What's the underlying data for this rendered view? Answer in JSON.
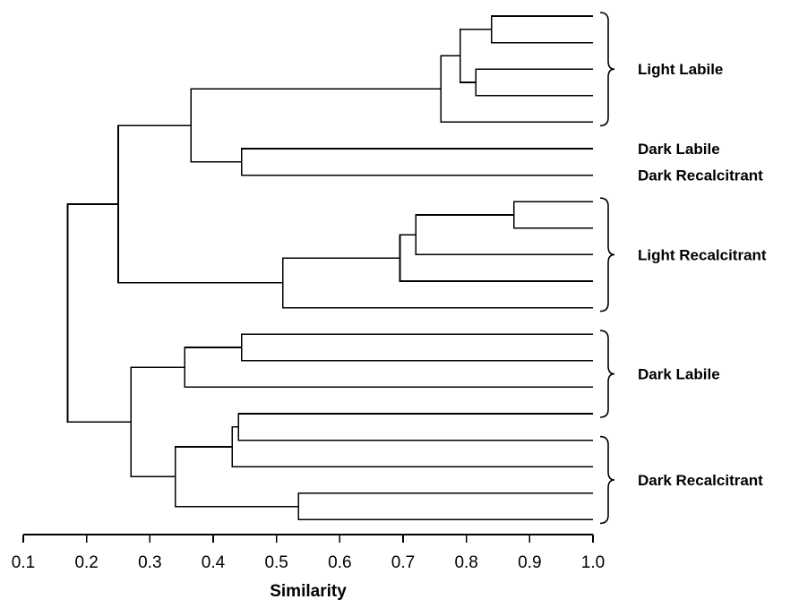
{
  "diagram": {
    "type": "dendrogram",
    "orientation": "horizontal",
    "leaf_count": 20,
    "xlabel": "Similarity",
    "xlim": [
      0.1,
      1.0
    ],
    "x_ticks": [
      "0.1",
      "0.2",
      "0.3",
      "0.4",
      "0.5",
      "0.6",
      "0.7",
      "0.8",
      "0.9",
      "1.0"
    ],
    "line_color": "#000000",
    "groups": [
      {
        "label": "Light Labile",
        "leaves": [
          0,
          4
        ],
        "brace": true
      },
      {
        "label": "Dark Labile",
        "leaves": [
          5,
          5
        ],
        "brace": false
      },
      {
        "label": "Dark Recalcitrant",
        "leaves": [
          6,
          6
        ],
        "brace": false
      },
      {
        "label": "Light Recalcitrant",
        "leaves": [
          7,
          11
        ],
        "brace": true
      },
      {
        "label": "Dark Labile",
        "leaves": [
          12,
          15
        ],
        "brace": true
      },
      {
        "label": "Dark Recalcitrant",
        "leaves": [
          16,
          19
        ],
        "brace": true
      }
    ],
    "merges": [
      {
        "id": "n1",
        "children": [
          "L0",
          "L1"
        ],
        "similarity": 0.84
      },
      {
        "id": "n2",
        "children": [
          "L2",
          "L3"
        ],
        "similarity": 0.815
      },
      {
        "id": "n3",
        "children": [
          "n1",
          "n2"
        ],
        "similarity": 0.79
      },
      {
        "id": "n4",
        "children": [
          "n3",
          "L4"
        ],
        "similarity": 0.76
      },
      {
        "id": "n5",
        "children": [
          "L5",
          "L6"
        ],
        "similarity": 0.445
      },
      {
        "id": "n6",
        "children": [
          "n4",
          "n5"
        ],
        "similarity": 0.365
      },
      {
        "id": "n7",
        "children": [
          "L7",
          "L8"
        ],
        "similarity": 0.875
      },
      {
        "id": "n8",
        "children": [
          "n7",
          "L9"
        ],
        "similarity": 0.72
      },
      {
        "id": "n9",
        "children": [
          "n8",
          "L10"
        ],
        "similarity": 0.695
      },
      {
        "id": "n10",
        "children": [
          "n9",
          "L11"
        ],
        "similarity": 0.51
      },
      {
        "id": "n11",
        "children": [
          "n6",
          "n10"
        ],
        "similarity": 0.25
      },
      {
        "id": "n12",
        "children": [
          "L12",
          "L13"
        ],
        "similarity": 0.445
      },
      {
        "id": "n13",
        "children": [
          "n12",
          "L14"
        ],
        "similarity": 0.355
      },
      {
        "id": "n14",
        "children": [
          "L15",
          "L16"
        ],
        "similarity": 0.44
      },
      {
        "id": "n15",
        "children": [
          "n14",
          "L17"
        ],
        "similarity": 0.43
      },
      {
        "id": "n16",
        "children": [
          "L18",
          "L19"
        ],
        "similarity": 0.535
      },
      {
        "id": "n17",
        "children": [
          "n15",
          "n16"
        ],
        "similarity": 0.34
      },
      {
        "id": "n18",
        "children": [
          "n13",
          "n17"
        ],
        "similarity": 0.27
      },
      {
        "id": "n19",
        "children": [
          "n11",
          "n18"
        ],
        "similarity": 0.17
      }
    ]
  }
}
